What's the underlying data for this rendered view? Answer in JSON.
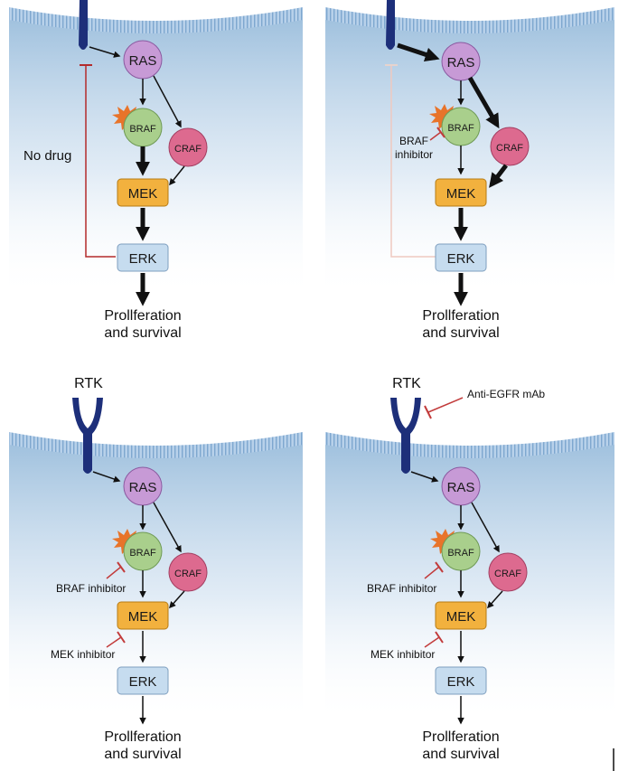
{
  "colors": {
    "cell_top": "#8fb6d8",
    "cell_bottom": "#ffffff",
    "membrane": "#a9c7e3",
    "receptor": "#1d2f7a",
    "ras": "#c79ad6",
    "braf": "#a9cf8c",
    "craf": "#dd6a8f",
    "mek": "#f2b13e",
    "erk": "#c6dcef",
    "mutation": "#e8742a",
    "inhibitor": "#c23b3b",
    "arrow": "#111111"
  },
  "panels": [
    {
      "id": "no-drug",
      "receptor_label": "",
      "nodes": {
        "ras": "RAS",
        "braf": "BRAF",
        "craf": "CRAF",
        "mek": "MEK",
        "erk": "ERK"
      },
      "side_label": "No drug",
      "output_line1": "Prollferation",
      "output_line2": "and survival"
    },
    {
      "id": "braf-inhibitor",
      "receptor_label": "",
      "nodes": {
        "ras": "RAS",
        "braf": "BRAF",
        "craf": "CRAF",
        "mek": "MEK",
        "erk": "ERK"
      },
      "braf_inhibitor_line1": "BRAF",
      "braf_inhibitor_line2": "inhibitor",
      "output_line1": "Prollferation",
      "output_line2": "and survival"
    },
    {
      "id": "braf-mek-inhibitor",
      "receptor_label": "RTK",
      "nodes": {
        "ras": "RAS",
        "braf": "BRAF",
        "craf": "CRAF",
        "mek": "MEK",
        "erk": "ERK"
      },
      "braf_inhibitor": "BRAF inhibitor",
      "mek_inhibitor": "MEK inhibitor",
      "output_line1": "Prollferation",
      "output_line2": "and survival"
    },
    {
      "id": "triple-inhibitor",
      "receptor_label": "RTK",
      "antibody_label": "Anti-EGFR mAb",
      "nodes": {
        "ras": "RAS",
        "braf": "BRAF",
        "craf": "CRAF",
        "mek": "MEK",
        "erk": "ERK"
      },
      "braf_inhibitor": "BRAF inhibitor",
      "mek_inhibitor": "MEK inhibitor",
      "output_line1": "Prollferation",
      "output_line2": "and survival"
    }
  ]
}
